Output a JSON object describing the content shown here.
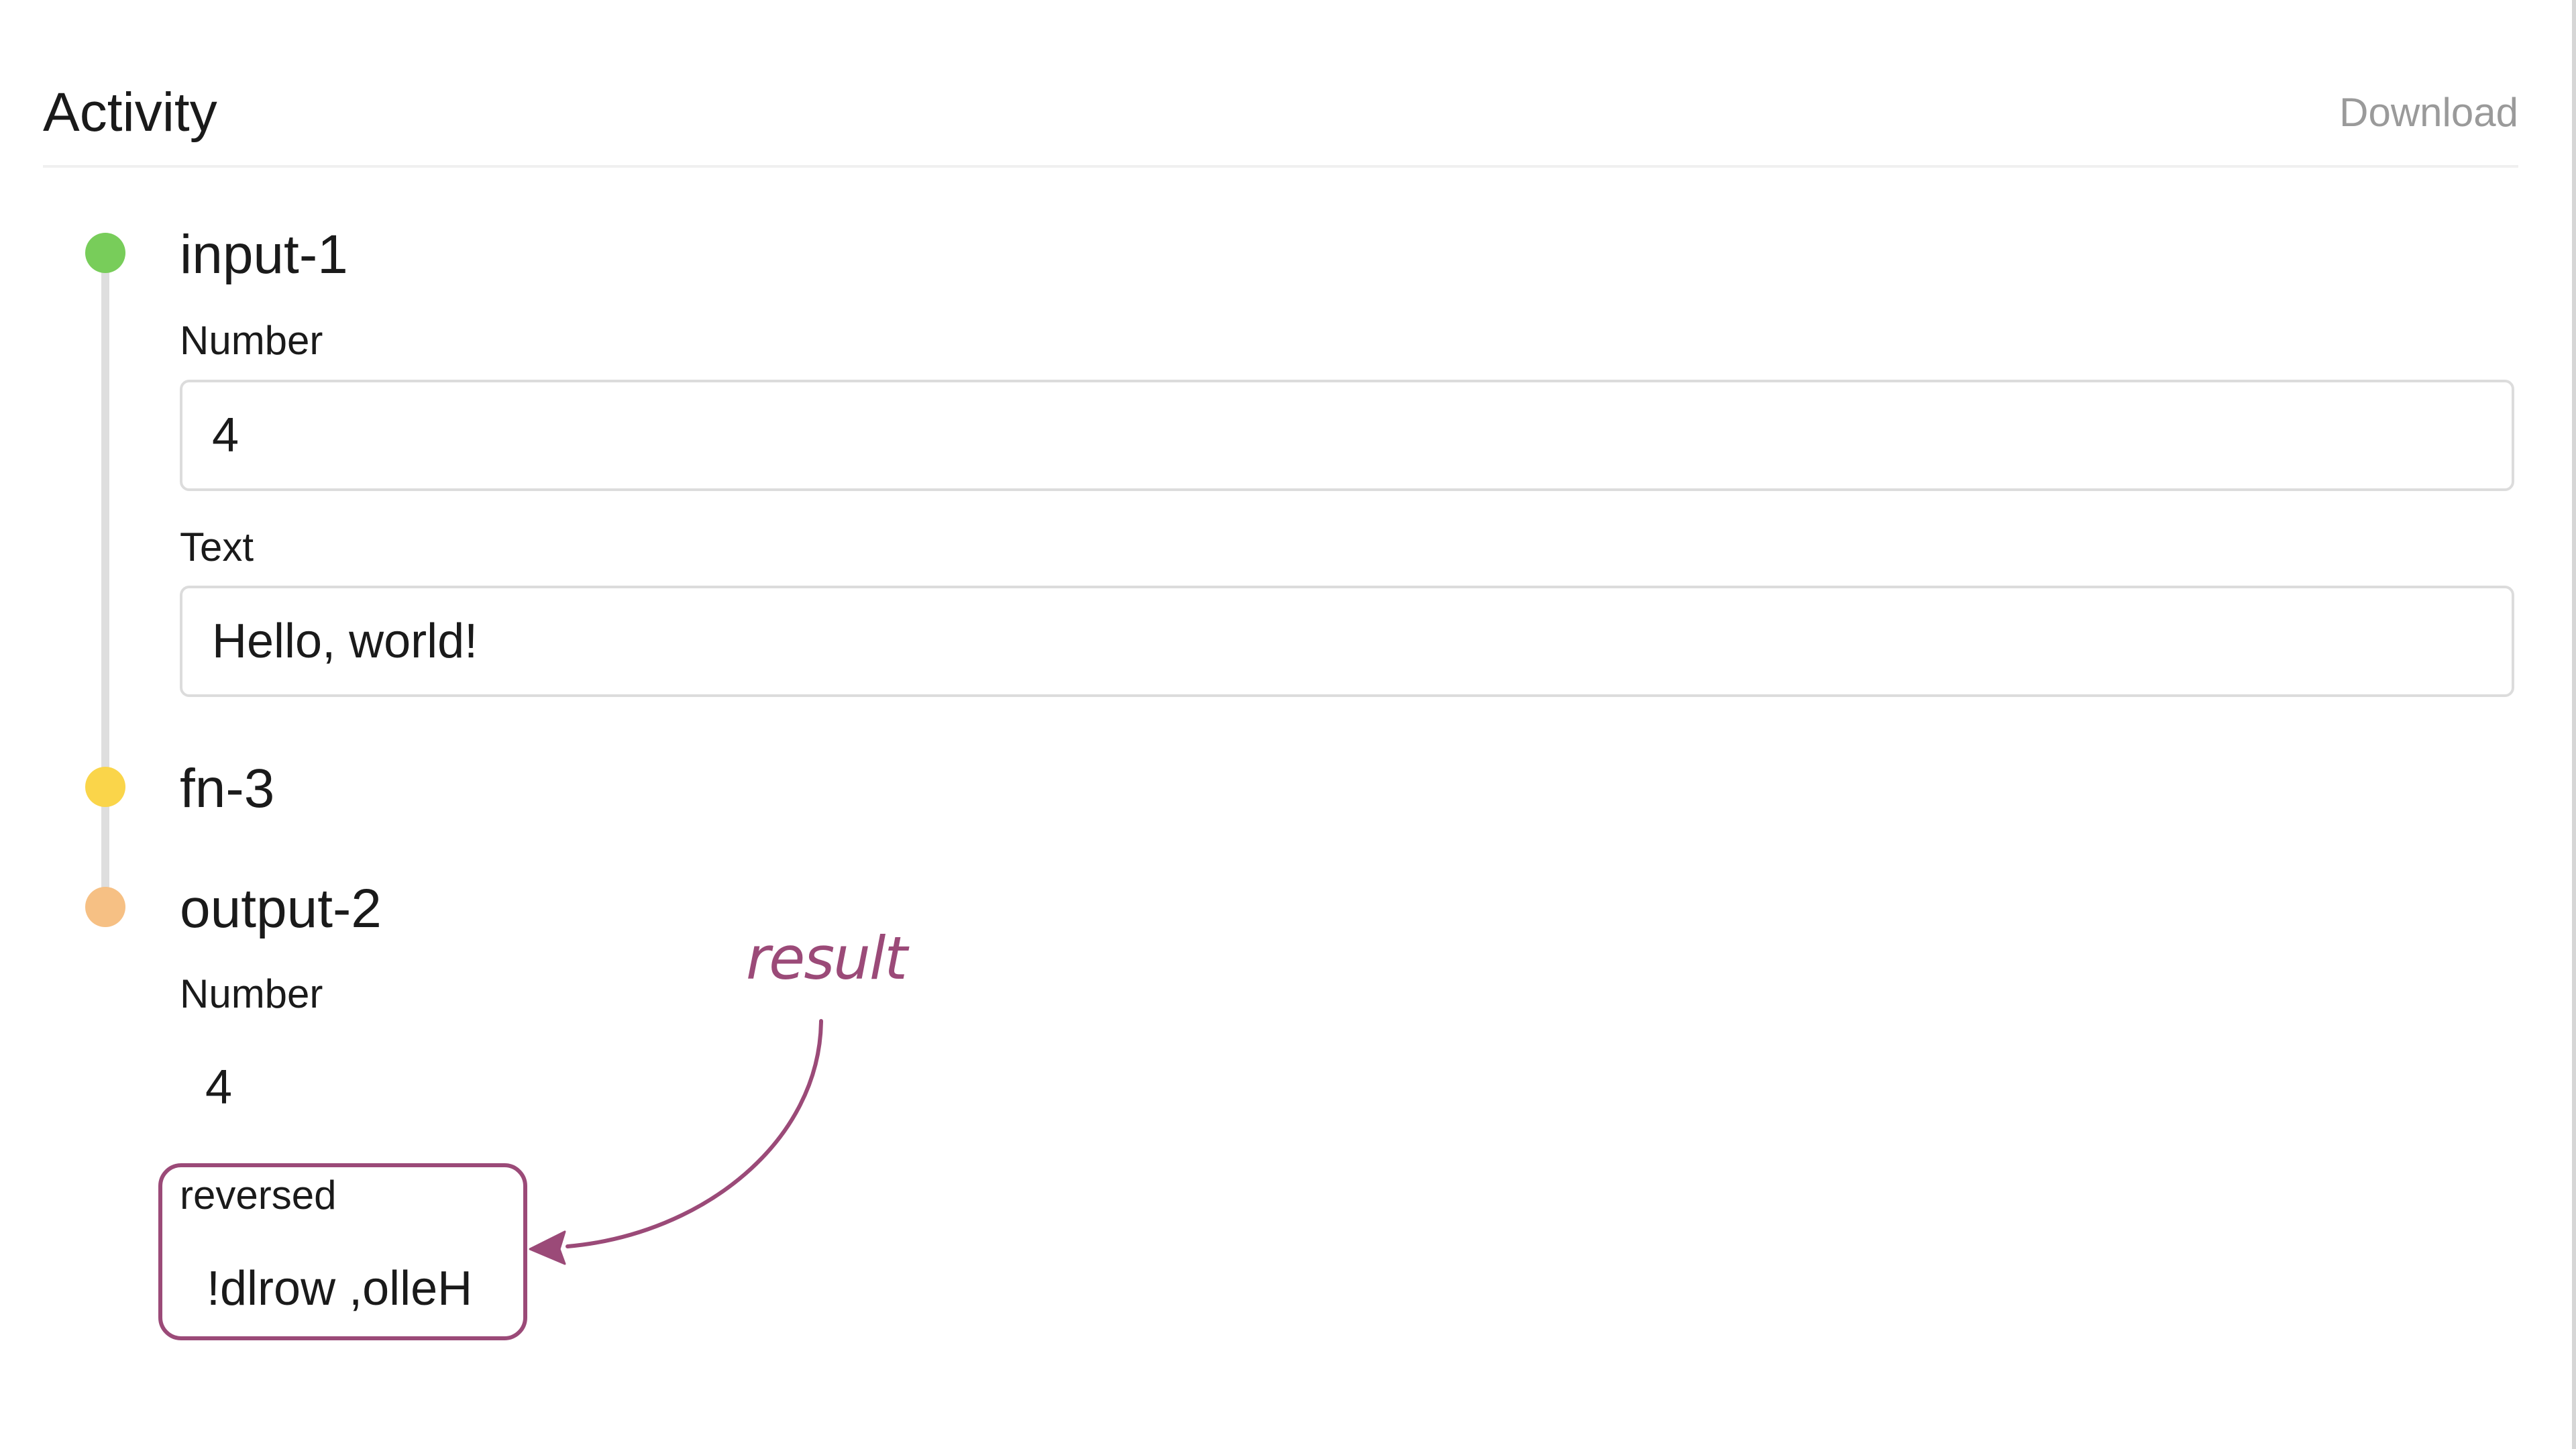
{
  "header": {
    "title": "Activity",
    "download_label": "Download"
  },
  "nodes": {
    "input": {
      "title": "input-1",
      "status_color": "#78cd5a",
      "fields": [
        {
          "label": "Number",
          "value": "4"
        },
        {
          "label": "Text",
          "value": "Hello, world!"
        }
      ]
    },
    "fn": {
      "title": "fn-3",
      "status_color": "#fad54a"
    },
    "output": {
      "title": "output-2",
      "status_color": "#f6c084",
      "fields": [
        {
          "label": "Number",
          "value": "4"
        },
        {
          "label": "reversed",
          "value": "!dlrow ,olleH"
        }
      ]
    }
  },
  "annotation": {
    "label": "result",
    "color": "#9b4a78"
  }
}
